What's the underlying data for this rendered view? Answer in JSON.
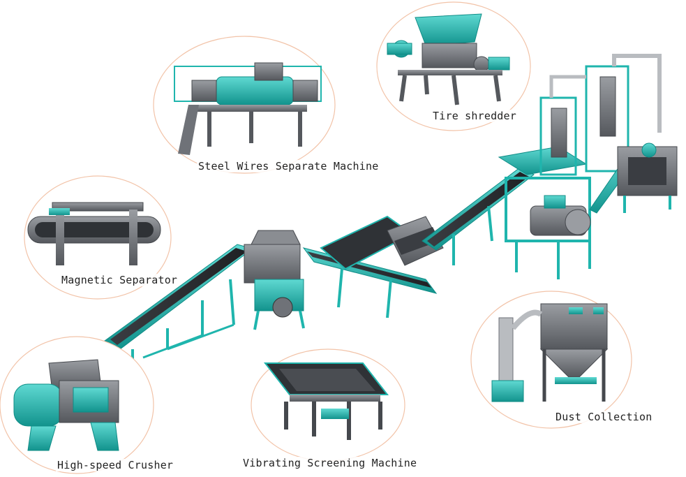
{
  "colors": {
    "teal": "#1fb5ad",
    "teal_dark": "#0f8c86",
    "steel": "#6f7278",
    "steel_dark": "#45484d",
    "belt": "#2f3236",
    "outline": "#f2c3a8"
  },
  "labels": {
    "tire_shredder": "Tire shredder",
    "steel_wires": "Steel Wires Separate Machine",
    "magnetic_separator": "Magnetic Separator",
    "high_speed_crusher": "High-speed Crusher",
    "vibrating_screening": "Vibrating Screening Machine",
    "dust_collection": "Dust Collection"
  }
}
